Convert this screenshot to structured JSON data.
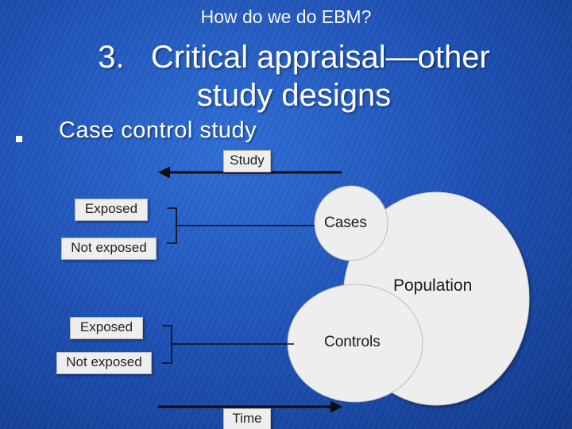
{
  "slide": {
    "supertitle": "How do we do EBM?",
    "title_line1": "3.   Critical appraisal—other",
    "title_line2": "study designs",
    "bullet": "Case control study"
  },
  "diagram": {
    "study_label": "Study",
    "time_label": "Time",
    "population_label": "Population",
    "cases_label": "Cases",
    "controls_label": "Controls",
    "upper_exposed": "Exposed",
    "upper_not_exposed": "Not exposed",
    "lower_exposed": "Exposed",
    "lower_not_exposed": "Not exposed"
  },
  "colors": {
    "background": "#1d4fb2",
    "circle_fill": "#eeeeee",
    "label_box_fill": "#eeeeee",
    "text_dark": "#222222"
  }
}
